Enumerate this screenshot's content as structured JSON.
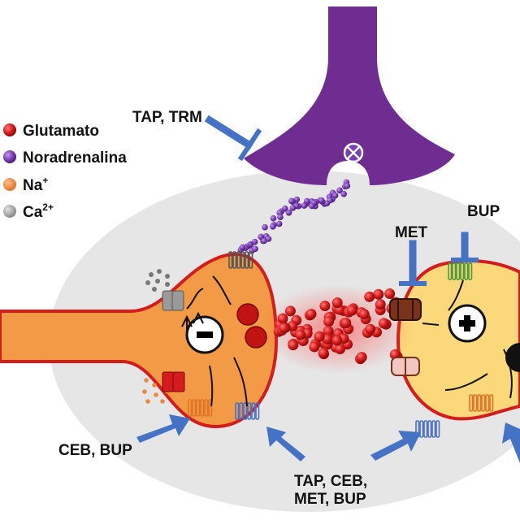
{
  "legend": {
    "items": [
      {
        "name": "glutamato",
        "label": "Glutamato",
        "color": "#e01a1a"
      },
      {
        "name": "noradrenalina",
        "label": "Noradrenalina",
        "color": "#7a3fb8"
      },
      {
        "name": "sodium",
        "label": "Na",
        "sup": "+",
        "color": "#f0883c"
      },
      {
        "name": "calcium",
        "label": "Ca",
        "sup": "2+",
        "color": "#a8a8a8"
      }
    ]
  },
  "drugs": {
    "top": "TAP, TRM",
    "met": "MET",
    "bup": "BUP",
    "bottom_left": "CEB, BUP",
    "bottom_center_line1": "TAP, CEB,",
    "bottom_center_line2": "MET, BUP"
  },
  "signs": {
    "presynaptic": "−",
    "postsynaptic": "+"
  },
  "colors": {
    "noradrenergic_neuron": "#6f2c91",
    "presynaptic_terminal": "#f29a45",
    "postsynaptic_neuron": "#fbd97a",
    "membrane": "#d41c1c",
    "arrow_blue": "#4472c4",
    "background_glia": "#e6e6e6"
  }
}
